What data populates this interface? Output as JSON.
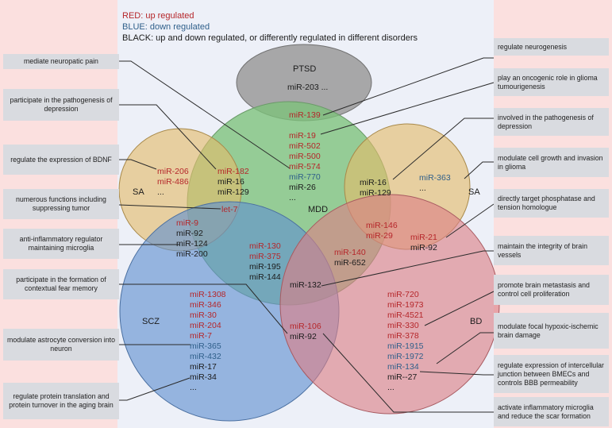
{
  "legend": {
    "red": "RED: up regulated",
    "blue": "BLUE: down regulated",
    "black": "BLACK: up and down regulated, or differently regulated in different disorders"
  },
  "colors": {
    "up": "#b5262a",
    "down": "#2f5f8a",
    "both": "#1b1b1b",
    "ptsd_fill": "#9a9a9a",
    "mdd_fill": "#7cc27a",
    "sa_fill": "#e3bb6a",
    "scz_fill": "#5f8fd0",
    "bd_fill": "#dc7f86",
    "panel_bg": "#edf0f8",
    "side_bg": "#fbe0df",
    "box_bg": "#d9dbe0"
  },
  "circles": {
    "ptsd": "PTSD",
    "mdd": "MDD",
    "sa_left": "SA",
    "sa_right": "SA",
    "scz": "SCZ",
    "bd": "BD"
  },
  "mirnas": {
    "ptsd": [
      {
        "t": "miR-203 ...",
        "c": "black"
      }
    ],
    "ptsd_mdd": [
      {
        "t": "miR-139",
        "c": "red"
      }
    ],
    "mdd": [
      {
        "t": "miR-19",
        "c": "red"
      },
      {
        "t": "miR-502",
        "c": "red"
      },
      {
        "t": "miR-500",
        "c": "red"
      },
      {
        "t": "miR-574",
        "c": "red"
      },
      {
        "t": "miR-770",
        "c": "blue"
      },
      {
        "t": "miR-26",
        "c": "black"
      },
      {
        "t": "...",
        "c": "black"
      }
    ],
    "sa_left": [
      {
        "t": "miR-206",
        "c": "red"
      },
      {
        "t": "miR-486",
        "c": "red"
      },
      {
        "t": "...",
        "c": "black"
      }
    ],
    "sa_left_mdd": [
      {
        "t": "miR-182",
        "c": "red"
      },
      {
        "t": "miR-16",
        "c": "black"
      },
      {
        "t": "miR-129",
        "c": "black"
      }
    ],
    "sa_right_mdd": [
      {
        "t": "miR-16",
        "c": "black"
      },
      {
        "t": "miR-129",
        "c": "black"
      }
    ],
    "sa_right": [
      {
        "t": "miR-363",
        "c": "blue"
      },
      {
        "t": "...",
        "c": "black"
      }
    ],
    "sa_scz": [
      {
        "t": "miR-9",
        "c": "red"
      },
      {
        "t": "miR-92",
        "c": "black"
      },
      {
        "t": "miR-124",
        "c": "black"
      },
      {
        "t": "miR-200",
        "c": "black"
      }
    ],
    "let7": [
      {
        "t": "let-7",
        "c": "red"
      }
    ],
    "scz_mdd": [
      {
        "t": "miR-130",
        "c": "red"
      },
      {
        "t": "miR-375",
        "c": "red"
      },
      {
        "t": "miR-195",
        "c": "black"
      },
      {
        "t": "miR-144",
        "c": "black"
      }
    ],
    "mdd_bd": [
      {
        "t": "miR-140",
        "c": "red"
      },
      {
        "t": "miR-652",
        "c": "black"
      }
    ],
    "sa_mdd_bd": [
      {
        "t": "miR-146",
        "c": "red"
      },
      {
        "t": "miR-29",
        "c": "red"
      }
    ],
    "sa_bd": [
      {
        "t": "miR-21",
        "c": "red"
      },
      {
        "t": "miR-92",
        "c": "black"
      }
    ],
    "center": [
      {
        "t": "miR-132",
        "c": "black"
      }
    ],
    "scz": [
      {
        "t": "miR-1308",
        "c": "red"
      },
      {
        "t": "miR-346",
        "c": "red"
      },
      {
        "t": "miR-30",
        "c": "red"
      },
      {
        "t": "miR-204",
        "c": "red"
      },
      {
        "t": "miR-7",
        "c": "red"
      },
      {
        "t": "miR-365",
        "c": "blue"
      },
      {
        "t": "miR-432",
        "c": "blue"
      },
      {
        "t": "miR-17",
        "c": "black"
      },
      {
        "t": "miR-34",
        "c": "black"
      },
      {
        "t": "...",
        "c": "black"
      }
    ],
    "scz_bd": [
      {
        "t": "miR-106",
        "c": "red"
      },
      {
        "t": "miR-92",
        "c": "black"
      }
    ],
    "bd": [
      {
        "t": "miR-720",
        "c": "red"
      },
      {
        "t": "miR-1973",
        "c": "red"
      },
      {
        "t": "miR-4521",
        "c": "red"
      },
      {
        "t": "miR-330",
        "c": "red"
      },
      {
        "t": "miR-378",
        "c": "red"
      },
      {
        "t": "miR-1915",
        "c": "blue"
      },
      {
        "t": "miR-1972",
        "c": "blue"
      },
      {
        "t": "miR-134",
        "c": "blue"
      },
      {
        "t": "miR--27",
        "c": "black"
      },
      {
        "t": "...",
        "c": "black"
      }
    ]
  },
  "left_boxes": [
    "mediate neuropatic pain",
    "participate in the pathogenesis of depression",
    "regulate the expression of BDNF",
    "numerous functions including suppressing tumor",
    "anti-inflammatory regulator maintaining microglia",
    "participate in the formation of contextual fear memory",
    "modulate astrocyte conversion into neuron",
    "regulate protein translation and protein turnover in the aging brain"
  ],
  "right_boxes": [
    "regulate neurogenesis",
    "play an oncogenic role in glioma tumourigenesis",
    "involved in the pathogenesis of depression",
    "modulate cell growth and invasion in glioma",
    "directly target phosphatase and tension homologue",
    "maintain the integrity of brain vessels",
    "promote brain metastasis and control cell proliferation",
    "modulate focal hypoxic-ischemic brain damage",
    "regulate expression of intercellular junction between BMECs and controls BBB permeability",
    "activate inflammatory microglia and reduce the scar formation"
  ]
}
